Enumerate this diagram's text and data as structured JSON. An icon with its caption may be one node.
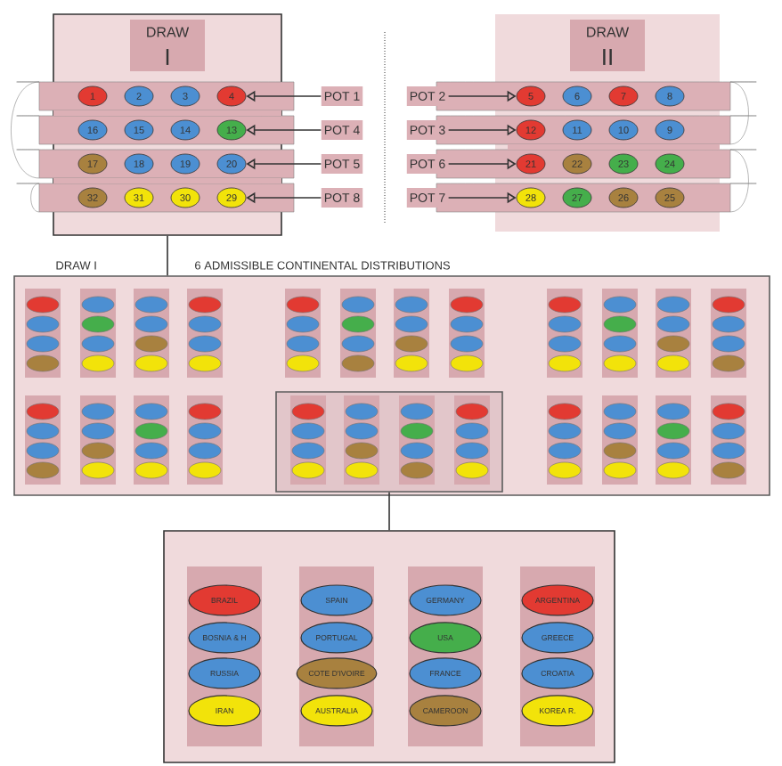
{
  "diagram": {
    "nodes": [
      {
        "text": [
          "DRAW",
          "I"
        ]
      },
      {
        "text": [
          "DRAW",
          "II"
        ]
      },
      {
        "text": [
          "1"
        ],
        "in": 0
      },
      {
        "text": [
          "2"
        ],
        "in": 0
      },
      {
        "text": [
          "3"
        ],
        "in": 0
      },
      {
        "text": [
          "4"
        ],
        "in": 0
      },
      {
        "text": [
          "16"
        ],
        "in": 0
      },
      {
        "text": [
          "15"
        ],
        "in": 0
      },
      {
        "text": [
          "14"
        ],
        "in": 0
      },
      {
        "text": [
          "13"
        ],
        "in": 0
      },
      {
        "text": [
          "17"
        ],
        "in": 0
      },
      {
        "text": [
          "18"
        ],
        "in": 0
      },
      {
        "text": [
          "19"
        ],
        "in": 0
      },
      {
        "text": [
          "20"
        ],
        "in": 0
      },
      {
        "text": [
          "32"
        ],
        "in": 0
      },
      {
        "text": [
          "31"
        ],
        "in": 0
      },
      {
        "text": [
          "30"
        ],
        "in": 0
      },
      {
        "text": [
          "29"
        ],
        "in": 0
      },
      {
        "text": [
          "POT 1"
        ]
      },
      {
        "text": [
          "POT 4"
        ]
      },
      {
        "text": [
          "POT 5"
        ]
      },
      {
        "text": [
          "POT 8"
        ]
      },
      {
        "text": [
          "POT 2"
        ]
      },
      {
        "text": [
          "POT 3"
        ]
      },
      {
        "text": [
          "POT 6"
        ]
      },
      {
        "text": [
          "POT 7"
        ]
      },
      {
        "text": [
          "5"
        ],
        "in": 1
      },
      {
        "text": [
          "6"
        ],
        "in": 1
      },
      {
        "text": [
          "7"
        ],
        "in": 1
      },
      {
        "text": [
          "8"
        ],
        "in": 1
      },
      {
        "text": [
          "12"
        ],
        "in": 1
      },
      {
        "text": [
          "11"
        ],
        "in": 1
      },
      {
        "text": [
          "10"
        ],
        "in": 1
      },
      {
        "text": [
          "9"
        ],
        "in": 1
      },
      {
        "text": [
          "21"
        ],
        "in": 1
      },
      {
        "text": [
          "22"
        ],
        "in": 1
      },
      {
        "text": [
          "23"
        ],
        "in": 1
      },
      {
        "text": [
          "24"
        ],
        "in": 1
      },
      {
        "text": [
          "28"
        ],
        "in": 1
      },
      {
        "text": [
          "27"
        ],
        "in": 1
      },
      {
        "text": [
          "26"
        ],
        "in": 1
      },
      {
        "text": [
          "25"
        ],
        "in": 1
      },
      {
        "text": [],
        "shape": "box"
      },
      {
        "text": [],
        "shape": "box",
        "in": 42
      },
      {
        "text": [],
        "shape": "box"
      },
      {
        "text": [
          "BRAZIL"
        ],
        "in": 44
      },
      {
        "text": [
          "SPAIN"
        ],
        "in": 44
      },
      {
        "text": [
          "GERMANY"
        ],
        "in": 44
      },
      {
        "text": [
          "ARGENTINA"
        ],
        "in": 44
      },
      {
        "text": [
          "BOSNIA & H"
        ],
        "in": 44
      },
      {
        "text": [
          "PORTUGAL"
        ],
        "in": 44
      },
      {
        "text": [
          "USA"
        ],
        "in": 44
      },
      {
        "text": [
          "GREECE"
        ],
        "in": 44
      },
      {
        "text": [
          "RUSSIA"
        ],
        "in": 44
      },
      {
        "text": [
          "COTE D'IVOIRE"
        ],
        "in": 44
      },
      {
        "text": [
          "FRANCE"
        ],
        "in": 44
      },
      {
        "text": [
          "CROATIA"
        ],
        "in": 44
      },
      {
        "text": [
          "IRAN"
        ],
        "in": 44
      },
      {
        "text": [
          "AUSTRALIA"
        ],
        "in": 44
      },
      {
        "text": [
          "CAMEROON"
        ],
        "in": 44
      },
      {
        "text": [
          "KOREA R."
        ],
        "in": 44
      }
    ],
    "edges": [
      {
        "from": 18,
        "to": 5,
        "arrow": "to"
      },
      {
        "from": 19,
        "to": 9,
        "arrow": "to"
      },
      {
        "from": 20,
        "to": 13,
        "arrow": "to"
      },
      {
        "from": 21,
        "to": 17,
        "arrow": "to"
      },
      {
        "from": 22,
        "to": 26,
        "arrow": "to"
      },
      {
        "from": 23,
        "to": 30,
        "arrow": "to"
      },
      {
        "from": 24,
        "to": 34,
        "arrow": "to"
      },
      {
        "from": 25,
        "to": 38,
        "arrow": "to"
      },
      {
        "from": 0,
        "to": 42,
        "arrow": "none"
      },
      {
        "from": 43,
        "to": 44,
        "arrow": "none"
      }
    ],
    "labels": [
      "DRAW I",
      "6 ADMISSIBLE CONTINENTAL DISTRIBUTIONS"
    ]
  }
}
